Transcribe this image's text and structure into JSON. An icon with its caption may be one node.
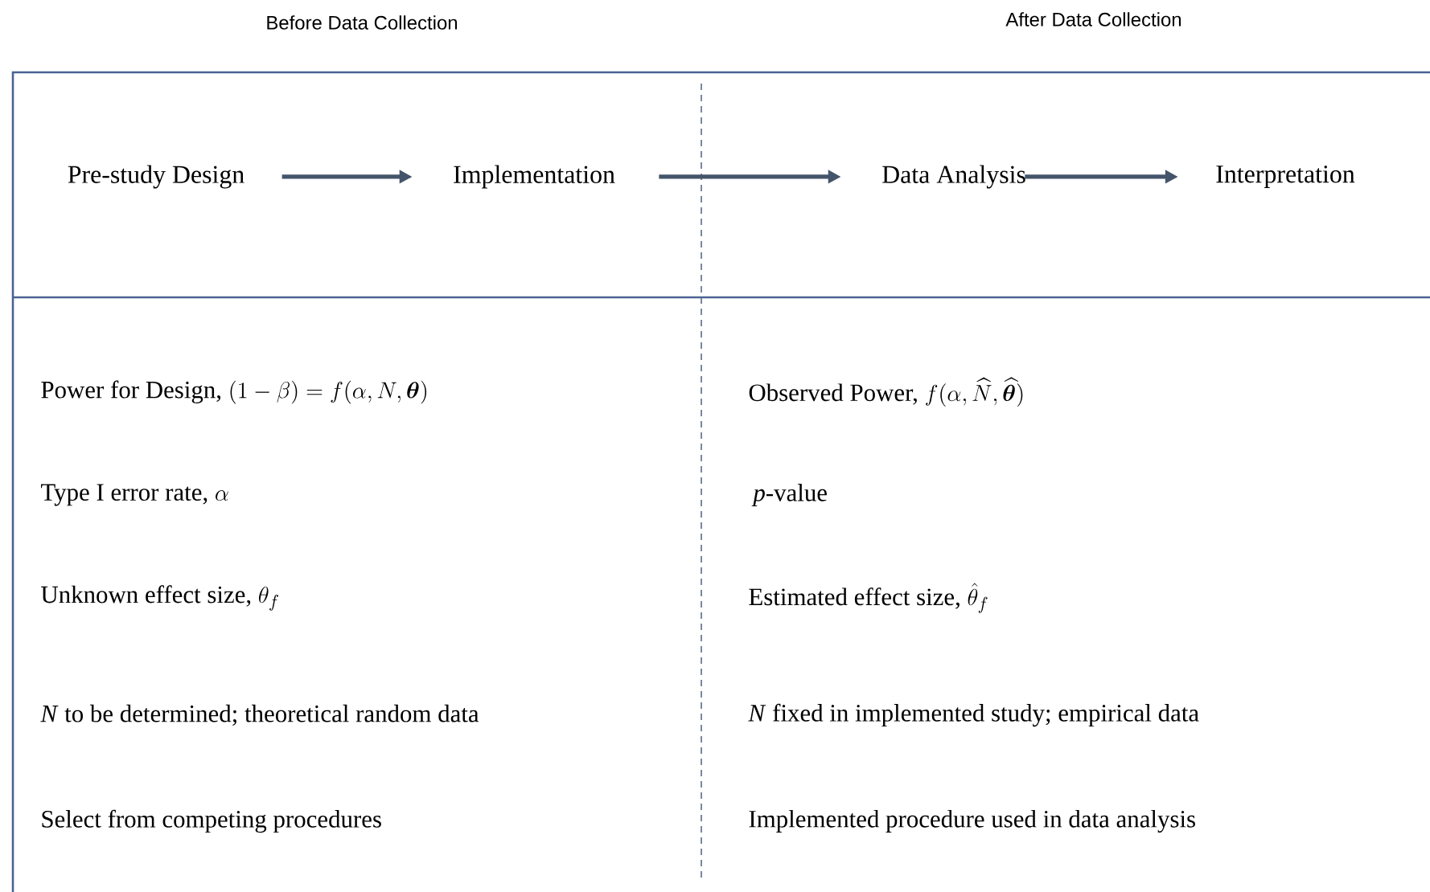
{
  "diagram": {
    "nodes": [
      {
        "text": [
          "Pre-study Design"
        ]
      },
      {
        "text": [
          "Implementation"
        ]
      },
      {
        "text": [
          "Data Analysis"
        ]
      },
      {
        "text": [
          "Interpretation"
        ]
      }
    ],
    "edges": [
      {
        "from": 0,
        "to": 1,
        "arrow": "to"
      },
      {
        "from": 1,
        "to": 2,
        "arrow": "to"
      },
      {
        "from": 2,
        "to": 3,
        "arrow": "to"
      }
    ],
    "labels": [
      "Before Data Collection",
      "After Data Collection",
      "Power for Design,",
      "(1-\\beta)=f(\\alpha,N,\\boldsymbol{\\theta})",
      "Observed Power,",
      "f(\\alpha,\\widehat{N},\\widehat{\\boldsymbol{\\theta}})",
      "Type I error rate,",
      "\\alpha",
      "*p*-value",
      "Unknown effect size,",
      "\\theta_f",
      "Estimated effect size,",
      "\\hat{\\theta}_f",
      "*N* to be determined; theoretical random data",
      "*N* fixed in implemented study; empirical data",
      "Select from competing procedures",
      "Implemented procedure used in data analysis"
    ]
  }
}
